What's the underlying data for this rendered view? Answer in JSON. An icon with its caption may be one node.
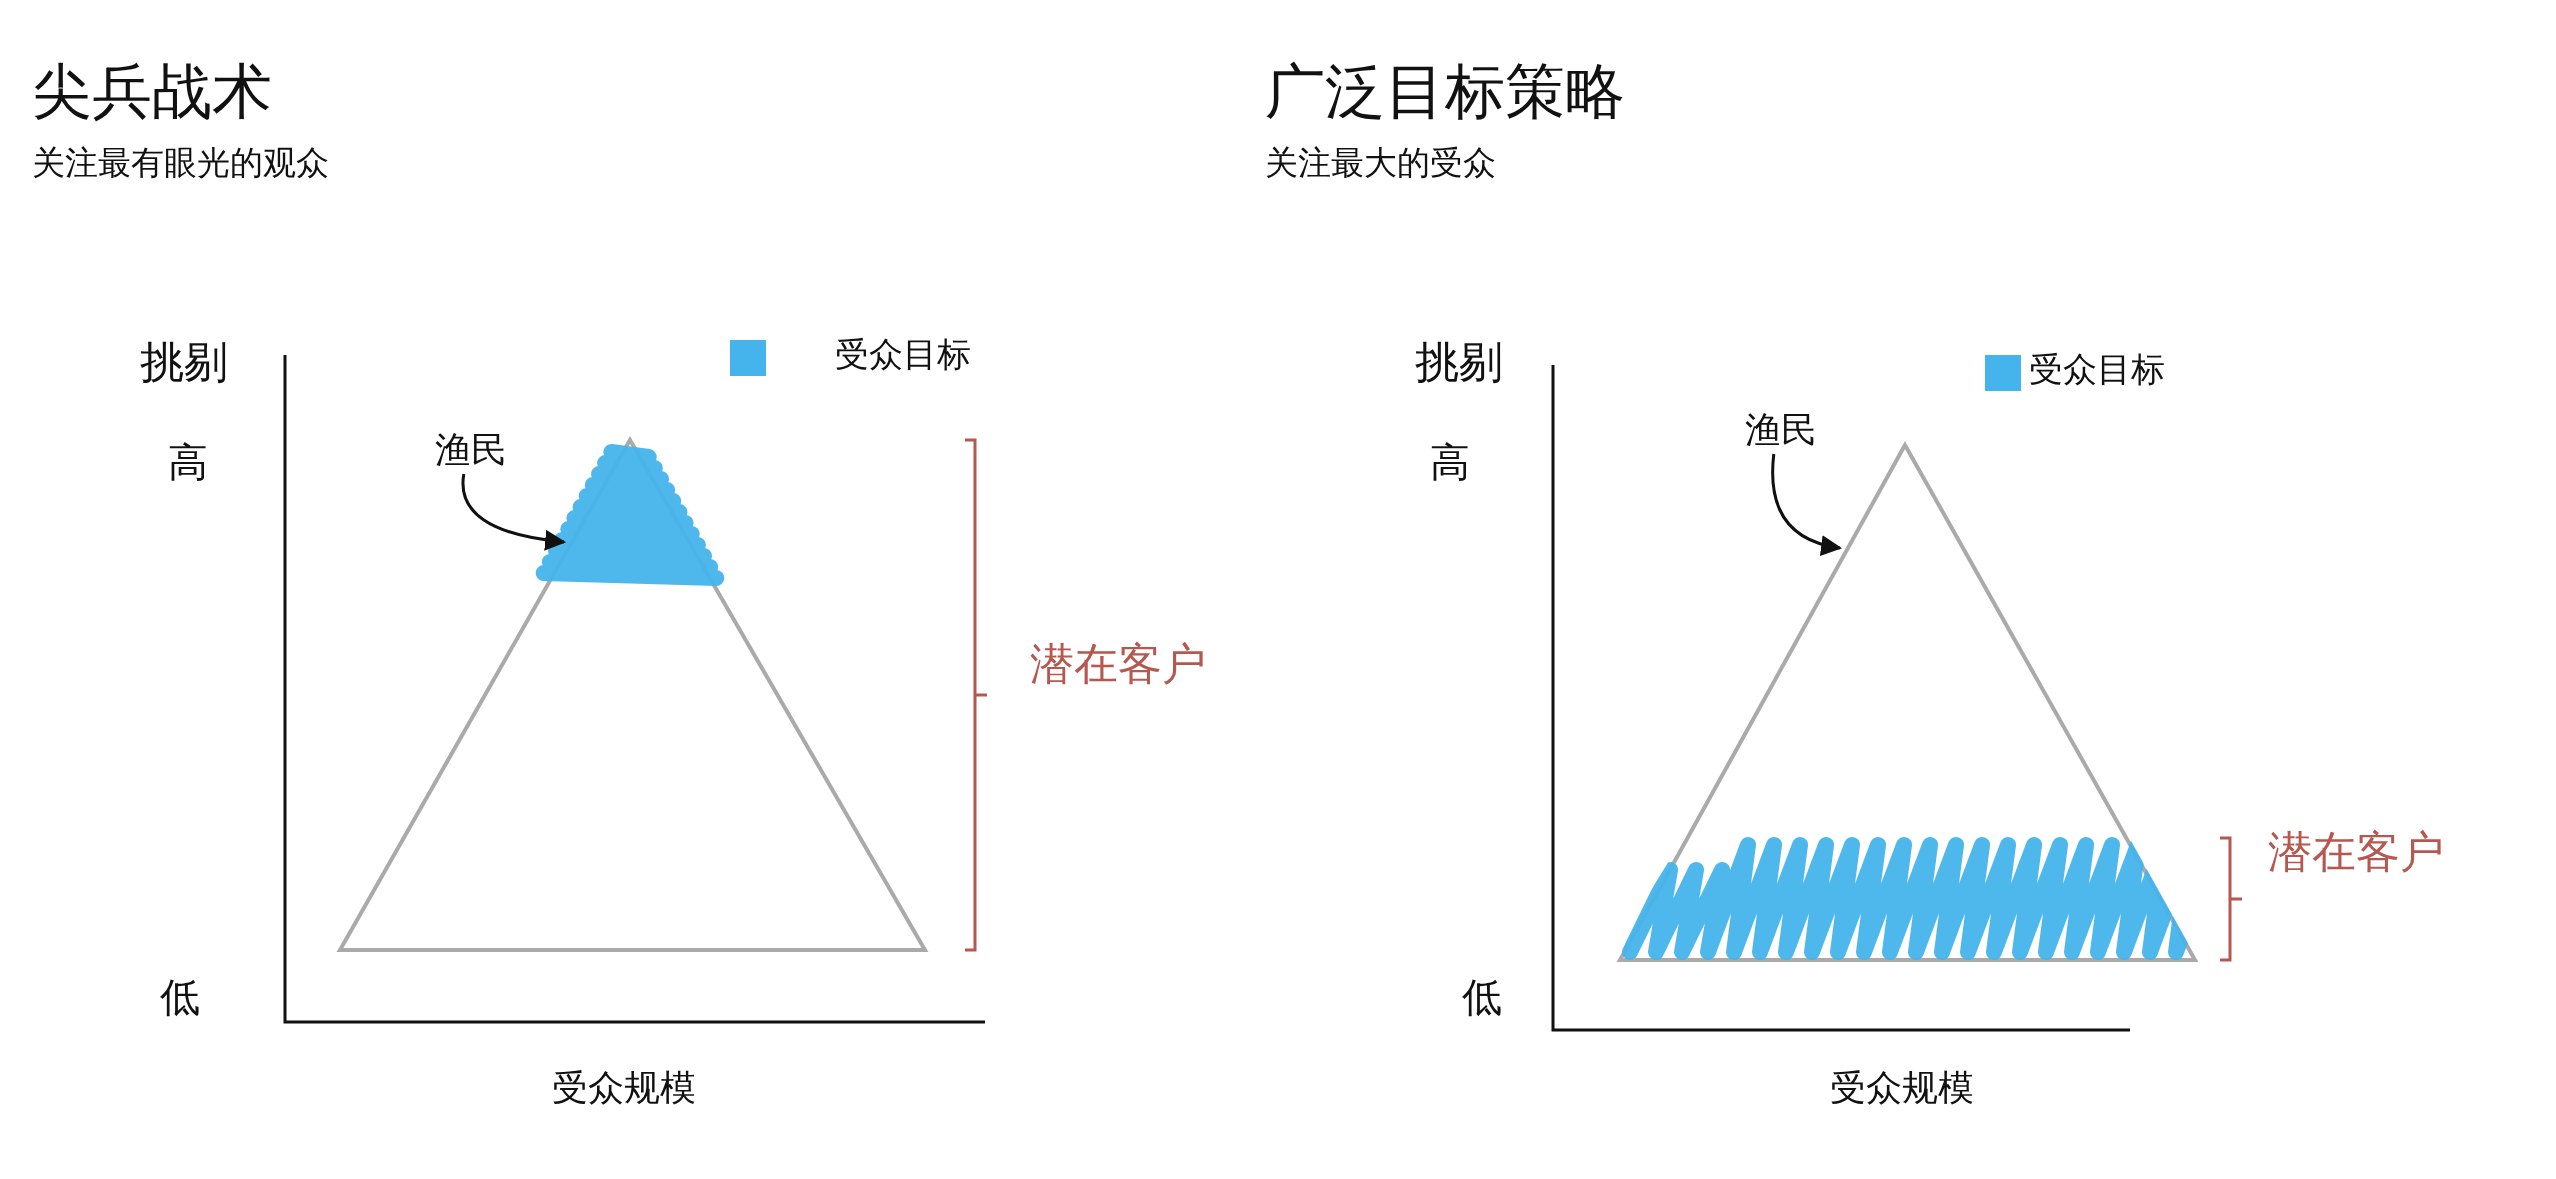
{
  "diagram": {
    "nodes": [
      {
        "text": [
          "渔民"
        ]
      },
      {
        "text": [],
        "shape": "triangle"
      },
      {
        "text": [
          "渔民"
        ]
      },
      {
        "text": [],
        "shape": "triangle"
      }
    ],
    "edges": [
      {
        "from": 0,
        "to": 1,
        "arrow": "to"
      },
      {
        "from": 2,
        "to": 3,
        "arrow": "to"
      }
    ],
    "labels": [
      "尖兵战术",
      "关注最有眼光的观众",
      "挑剔",
      "高",
      "低",
      "受众规模",
      "潜在客户",
      "广泛目标策略",
      "关注最大的受众",
      "挑剔",
      "高",
      "低",
      "受众规模",
      "潜在客户"
    ],
    "legend": [
      {
        "text": "受众目标",
        "color": "#45b4ec"
      },
      {
        "text": "受众目标",
        "color": "#45b4ec"
      }
    ]
  }
}
